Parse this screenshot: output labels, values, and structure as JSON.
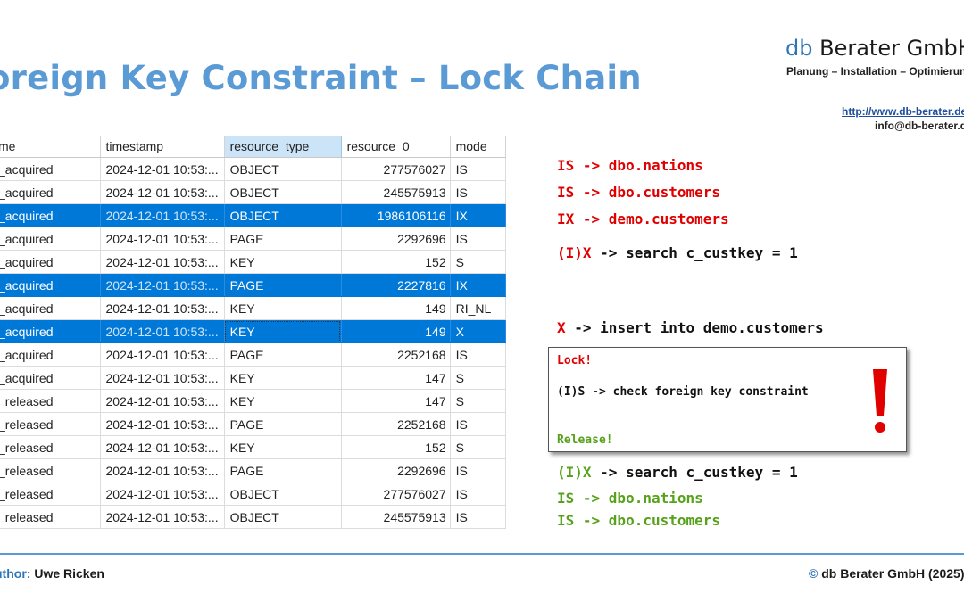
{
  "slide": {
    "title": "oreign Key Constraint – Lock Chain"
  },
  "brand": {
    "db": "db",
    "name": " Berater GmbH",
    "tagline": "Planung – Installation – Optimierung",
    "url": "http://www.db-berater.de",
    "email": "info@db-berater.de"
  },
  "table": {
    "columns": [
      "me",
      "timestamp",
      "resource_type",
      "resource_0",
      "mode"
    ],
    "selected_column": 2,
    "rows": [
      {
        "name": "_acquired",
        "timestamp": "2024-12-01 10:53:...",
        "resource_type": "OBJECT",
        "resource_0": "277576027",
        "mode": "IS",
        "highlight": false
      },
      {
        "name": "_acquired",
        "timestamp": "2024-12-01 10:53:...",
        "resource_type": "OBJECT",
        "resource_0": "245575913",
        "mode": "IS",
        "highlight": false
      },
      {
        "name": "_acquired",
        "timestamp": "2024-12-01 10:53:...",
        "resource_type": "OBJECT",
        "resource_0": "1986106116",
        "mode": "IX",
        "highlight": true
      },
      {
        "name": "_acquired",
        "timestamp": "2024-12-01 10:53:...",
        "resource_type": "PAGE",
        "resource_0": "2292696",
        "mode": "IS",
        "highlight": false
      },
      {
        "name": "_acquired",
        "timestamp": "2024-12-01 10:53:...",
        "resource_type": "KEY",
        "resource_0": "152",
        "mode": "S",
        "highlight": false
      },
      {
        "name": "_acquired",
        "timestamp": "2024-12-01 10:53:...",
        "resource_type": "PAGE",
        "resource_0": "2227816",
        "mode": "IX",
        "highlight": true
      },
      {
        "name": "_acquired",
        "timestamp": "2024-12-01 10:53:...",
        "resource_type": "KEY",
        "resource_0": "149",
        "mode": "RI_NL",
        "highlight": false
      },
      {
        "name": "_acquired",
        "timestamp": "2024-12-01 10:53:...",
        "resource_type": "KEY",
        "resource_0": "149",
        "mode": "X",
        "highlight": true,
        "focus": true
      },
      {
        "name": "_acquired",
        "timestamp": "2024-12-01 10:53:...",
        "resource_type": "PAGE",
        "resource_0": "2252168",
        "mode": "IS",
        "highlight": false
      },
      {
        "name": "_acquired",
        "timestamp": "2024-12-01 10:53:...",
        "resource_type": "KEY",
        "resource_0": "147",
        "mode": "S",
        "highlight": false
      },
      {
        "name": "_released",
        "timestamp": "2024-12-01 10:53:...",
        "resource_type": "KEY",
        "resource_0": "147",
        "mode": "S",
        "highlight": false
      },
      {
        "name": "_released",
        "timestamp": "2024-12-01 10:53:...",
        "resource_type": "PAGE",
        "resource_0": "2252168",
        "mode": "IS",
        "highlight": false
      },
      {
        "name": "_released",
        "timestamp": "2024-12-01 10:53:...",
        "resource_type": "KEY",
        "resource_0": "152",
        "mode": "S",
        "highlight": false
      },
      {
        "name": "_released",
        "timestamp": "2024-12-01 10:53:...",
        "resource_type": "PAGE",
        "resource_0": "2292696",
        "mode": "IS",
        "highlight": false
      },
      {
        "name": "_released",
        "timestamp": "2024-12-01 10:53:...",
        "resource_type": "OBJECT",
        "resource_0": "277576027",
        "mode": "IS",
        "highlight": false
      },
      {
        "name": "_released",
        "timestamp": "2024-12-01 10:53:...",
        "resource_type": "OBJECT",
        "resource_0": "245575913",
        "mode": "IS",
        "highlight": false
      }
    ]
  },
  "lock_chain": {
    "acquire": [
      {
        "mode": "IS",
        "arrow": " -> ",
        "target": "dbo.nations"
      },
      {
        "mode": "IS",
        "arrow": " -> ",
        "target": "dbo.customers"
      },
      {
        "mode": "IX",
        "arrow": " -> ",
        "target": "demo.customers"
      },
      {
        "mode": "(I)X",
        "arrow": " -> ",
        "target": "search c_custkey = 1"
      },
      {
        "mode": "X",
        "arrow": " -> ",
        "target": "insert into demo.customers"
      }
    ],
    "box": {
      "lock_label": "Lock!",
      "statement": "(I)S -> check foreign key constraint",
      "release_label": "Release!"
    },
    "release": [
      {
        "mode": "(I)X",
        "arrow": " -> ",
        "target": "search c_custkey = 1"
      },
      {
        "mode": "IS",
        "arrow": " -> ",
        "target": "dbo.nations"
      },
      {
        "mode": "IS",
        "arrow": " -> ",
        "target": "dbo.customers"
      }
    ]
  },
  "footer": {
    "author_label": "uthor:",
    "author_name": " Uwe Ricken",
    "copyright_symbol": "©",
    "copyright_text": " db Berater GmbH (2025)"
  },
  "colors": {
    "title_blue": "#5b9bd5",
    "selection_blue": "#0078d7",
    "lock_red": "#e00000",
    "release_green": "#57a21b"
  },
  "icons": {
    "warning": "exclamation-icon"
  }
}
